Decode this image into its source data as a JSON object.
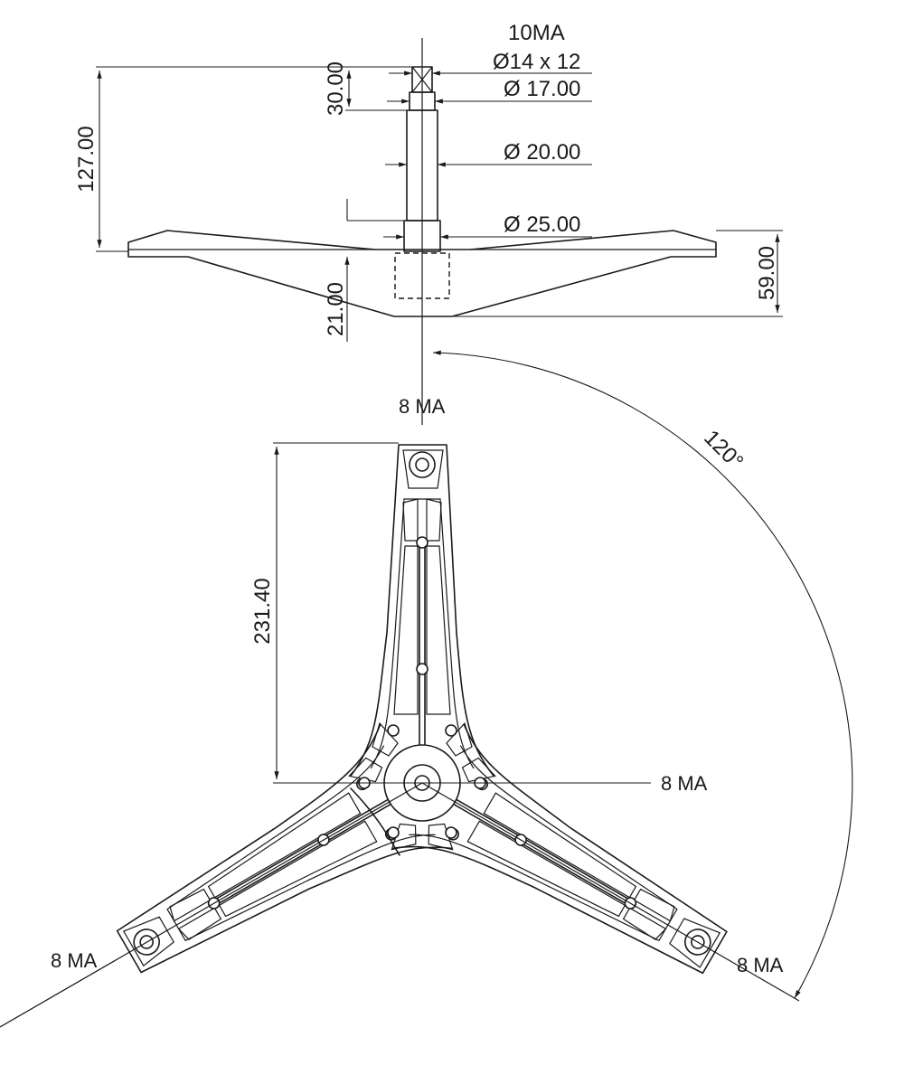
{
  "colors": {
    "line": "#1a1a1a",
    "background": "#ffffff"
  },
  "labels": {
    "thread_top": "10MA",
    "square_size": "Ø14 x 12",
    "dia_17": "Ø 17.00",
    "dia_20": "Ø 20.00",
    "dia_25": "Ø 25.00",
    "overall_height": "127.00",
    "square_height": "30.00",
    "depth_21": "21.00",
    "depth_59": "59.00",
    "arm_length": "231.40",
    "angle": "120°",
    "thread_top_arm": "8 MA",
    "thread_center": "8 MA",
    "thread_left_arm": "8 MA",
    "thread_right_arm": "8 MA"
  }
}
